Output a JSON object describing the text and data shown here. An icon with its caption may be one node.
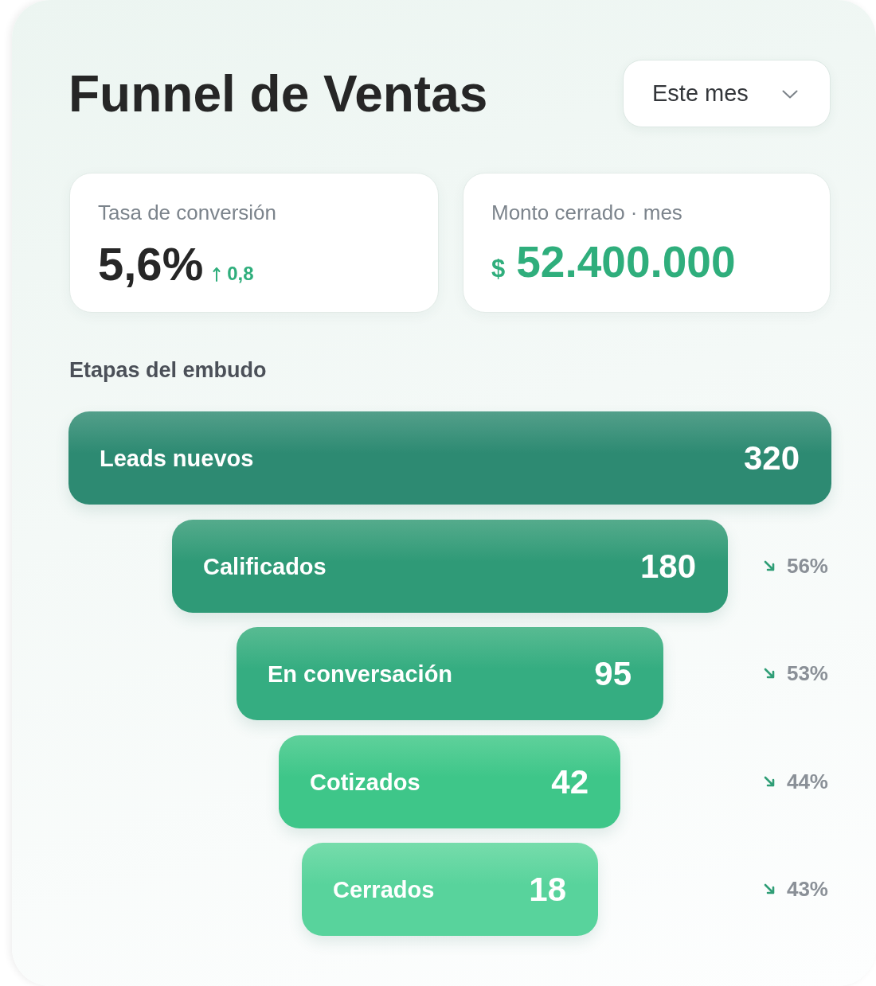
{
  "diagram": {
    "title": "Funnel de Ventas",
    "nodes": [
      {
        "text": [
          "Este mes"
        ]
      },
      {
        "text": [
          "Tasa de conversión",
          "5,6%",
          "0,8"
        ]
      },
      {
        "text": [
          "Monto cerrado · mes",
          "$",
          "52.400.000"
        ]
      },
      {
        "text": [
          "Leads nuevos",
          "320"
        ]
      },
      {
        "text": [
          "Calificados",
          "180"
        ]
      },
      {
        "text": [
          "En conversación",
          "95"
        ]
      },
      {
        "text": [
          "Cotizados",
          "42"
        ]
      },
      {
        "text": [
          "Cerrados",
          "18"
        ]
      }
    ],
    "edges": [],
    "labels": [
      "Etapas del embudo",
      "56%",
      "53%",
      "44%",
      "43%"
    ]
  }
}
